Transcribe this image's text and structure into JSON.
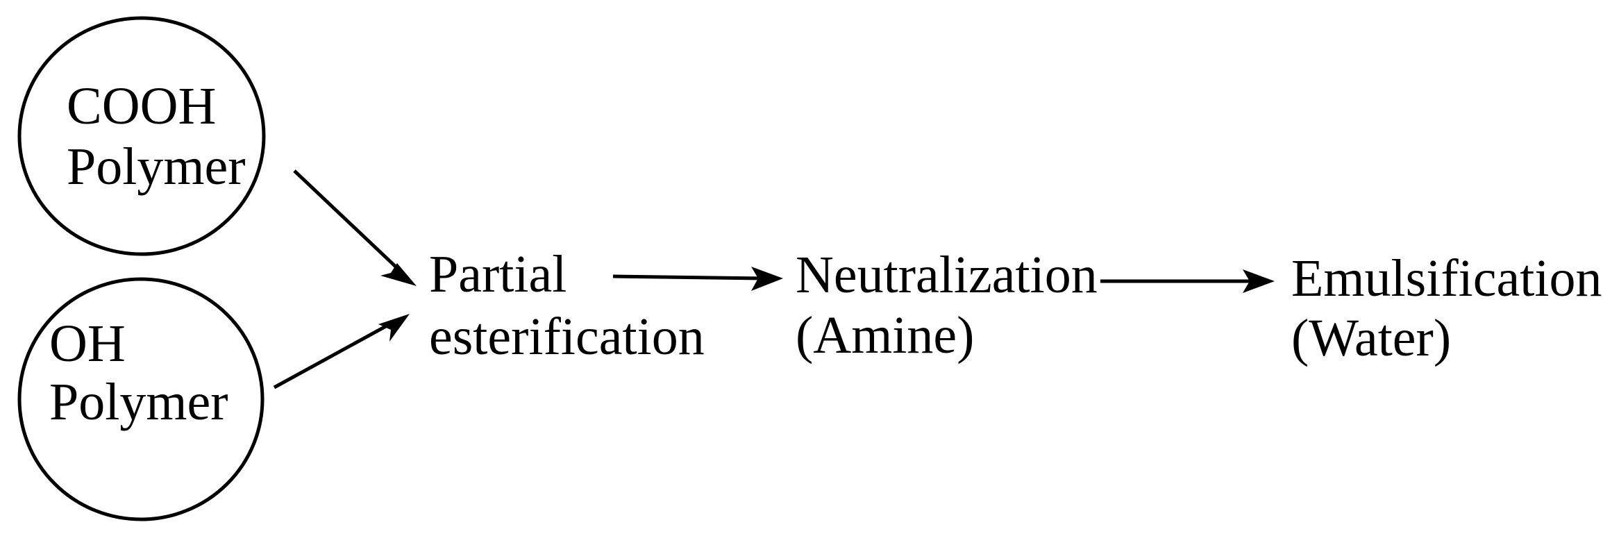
{
  "nodes": {
    "cooh_polymer": {
      "line1": "COOH",
      "line2": "Polymer"
    },
    "oh_polymer": {
      "line1": "OH",
      "line2": "Polymer"
    },
    "partial_esterification": {
      "line1": "Partial",
      "line2": "esterification"
    },
    "neutralization": {
      "line1": "Neutralization",
      "line2": "(Amine)"
    },
    "emulsification": {
      "line1": "Emulsification",
      "line2": "(Water)"
    }
  },
  "colors": {
    "stroke": "#000000",
    "background": "#ffffff"
  }
}
